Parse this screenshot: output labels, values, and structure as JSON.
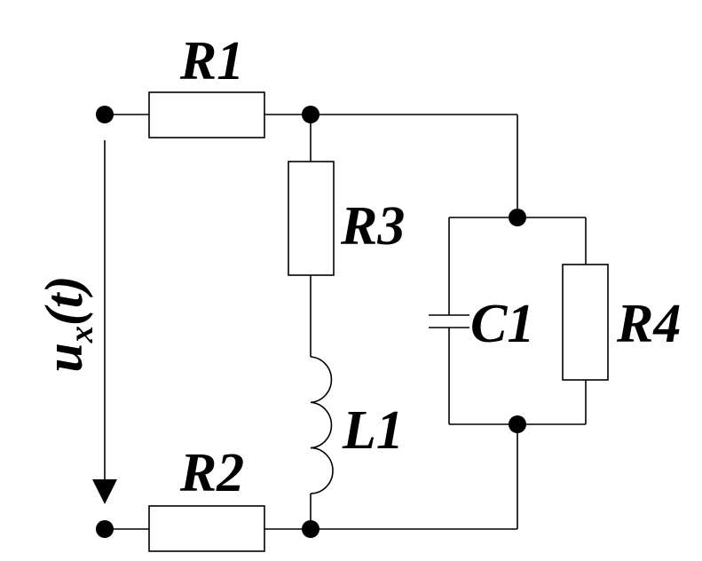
{
  "diagram": {
    "labels": {
      "R1": "R1",
      "R2": "R2",
      "R3": "R3",
      "R4": "R4",
      "C1": "C1",
      "L1": "L1",
      "voltage_main": "u",
      "voltage_sub": "x",
      "voltage_arg": "(t)"
    }
  }
}
